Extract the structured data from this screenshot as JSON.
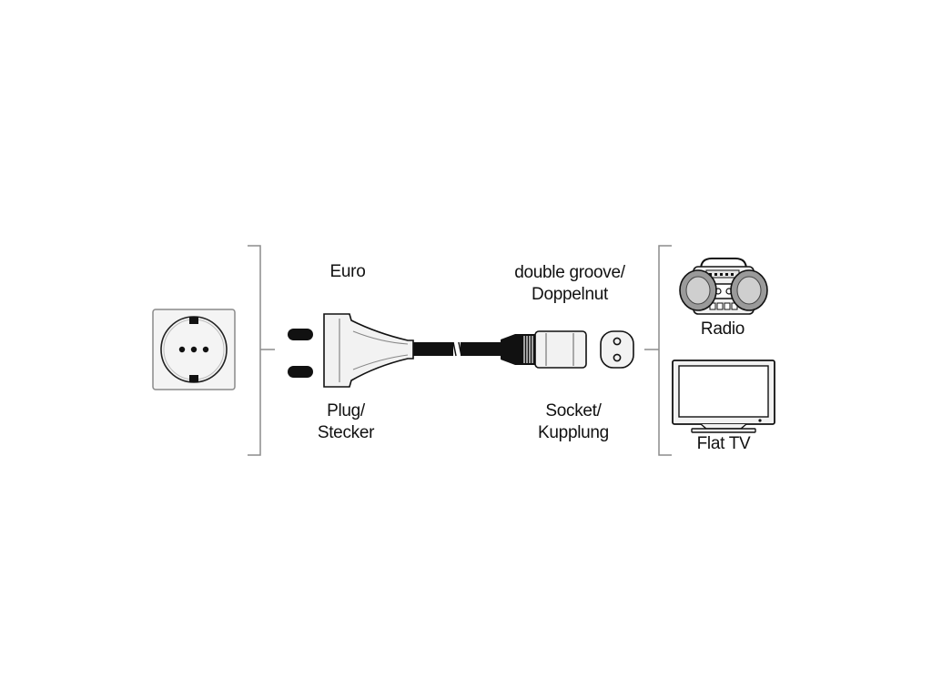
{
  "labels": {
    "plug_type": "Euro",
    "plug_line1": "Plug/",
    "plug_line2": "Stecker",
    "socket_type_line1": "double groove/",
    "socket_type_line2": "Doppelnut",
    "socket_line1": "Socket/",
    "socket_line2": "Kupplung",
    "device_radio": "Radio",
    "device_tv": "Flat TV"
  },
  "icons": {
    "wall_socket": "wall-socket-icon",
    "euro_plug": "euro-plug-icon",
    "cable": "cable-icon",
    "socket_connector": "c7-connector-icon",
    "socket_face": "c7-socket-face-icon",
    "radio": "boombox-radio-icon",
    "tv": "flat-tv-icon"
  },
  "colors": {
    "line": "#111111",
    "fill_light": "#f2f2f2",
    "bracket": "#8c8c8c",
    "background": "#ffffff"
  }
}
